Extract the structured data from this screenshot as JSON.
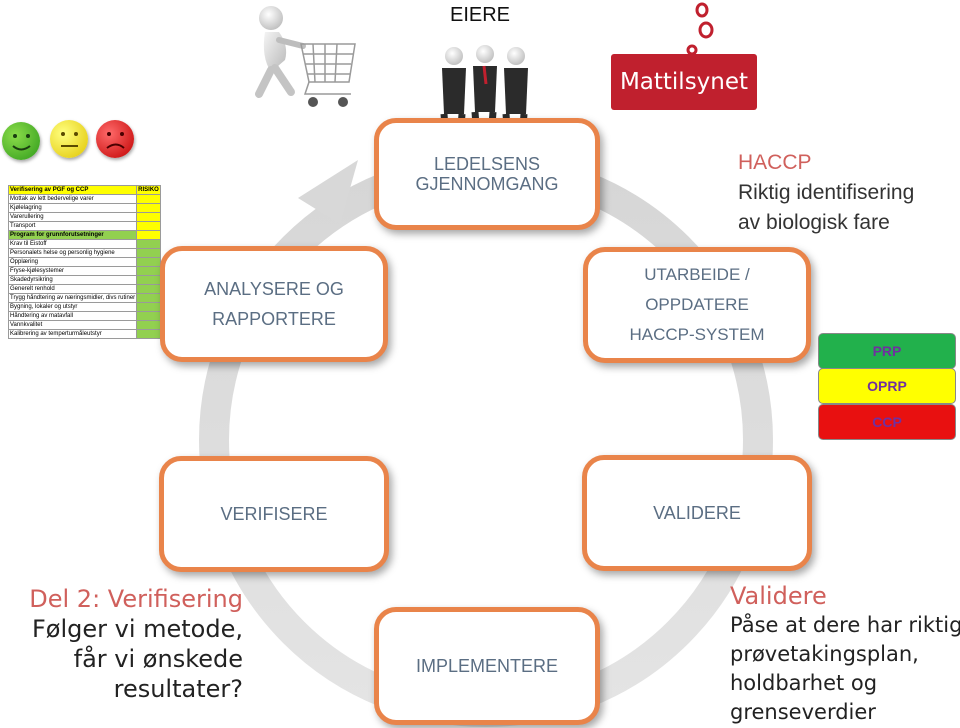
{
  "title": "EIERE",
  "cycle_steps": {
    "management_review": "LEDELSENS GJENNOMGANG",
    "analyze_report": "ANALYSERE OG RAPPORTERE",
    "develop_update": [
      "UTARBEIDE /",
      "OPPDATERE",
      "HACCP-SYSTEM"
    ],
    "verify": "VERIFISERE",
    "validate": "VALIDERE",
    "implement": "IMPLEMENTERE"
  },
  "logo": {
    "name": "Mattilsynet",
    "text": "Mattilsynet",
    "color": "#c0202e"
  },
  "haccp_note": {
    "title": "HACCP",
    "lines": [
      "Riktig identifisering",
      "av biologisk fare"
    ],
    "title_color": "#d0605c"
  },
  "levels": [
    {
      "label": "PRP",
      "color": "#22b14c"
    },
    {
      "label": "OPRP",
      "color": "#ffff00"
    },
    {
      "label": "CCP",
      "color": "#e81010"
    }
  ],
  "verify_note": {
    "title": "Del 2: Verifisering",
    "lines": [
      "Følger vi metode,",
      "får vi ønskede",
      "resultater?"
    ],
    "title_color": "#d0605c"
  },
  "validate_note": {
    "title": "Validere",
    "lines": [
      "Påse at dere har riktig",
      "prøvetakingsplan,",
      "holdbarhet og",
      "grenseverdier"
    ],
    "title_color": "#d0605c"
  },
  "smileys": [
    "green-smiley-icon",
    "yellow-smiley-icon",
    "red-smiley-icon"
  ],
  "risk_table": {
    "header": [
      "Verifisering av PGF og CCP",
      "RISIKO"
    ],
    "rows": [
      {
        "label": "Mottak av lett bedervelige varer",
        "color": "#ffff00"
      },
      {
        "label": "Kjølelagring",
        "color": "#ffff00"
      },
      {
        "label": "Varerullering",
        "color": "#ffff00"
      },
      {
        "label": "Transport",
        "color": "#ffff00"
      },
      {
        "label": "Program for grunnforutsetninger",
        "color": "#ffff00",
        "section": true
      },
      {
        "label": "Krav til Eistoff",
        "color": "#92d050"
      },
      {
        "label": "Personalets helse og personlig hygiene",
        "color": "#92d050"
      },
      {
        "label": "Opplæring",
        "color": "#92d050"
      },
      {
        "label": "Fryse-kjølesystemer",
        "color": "#92d050"
      },
      {
        "label": "Skadedyrsikring",
        "color": "#92d050"
      },
      {
        "label": "Generelt renhold",
        "color": "#92d050"
      },
      {
        "label": "Trygg håndtering av næringsmidler, divs rutiner",
        "color": "#92d050"
      },
      {
        "label": "Bygning, lokaler og utstyr",
        "color": "#92d050"
      },
      {
        "label": "Håndtering av matavfall",
        "color": "#92d050"
      },
      {
        "label": "Vannkvalitet",
        "color": "#92d050"
      },
      {
        "label": "Kalibrering av temperturmåleutstyr",
        "color": "#92d050"
      }
    ]
  }
}
